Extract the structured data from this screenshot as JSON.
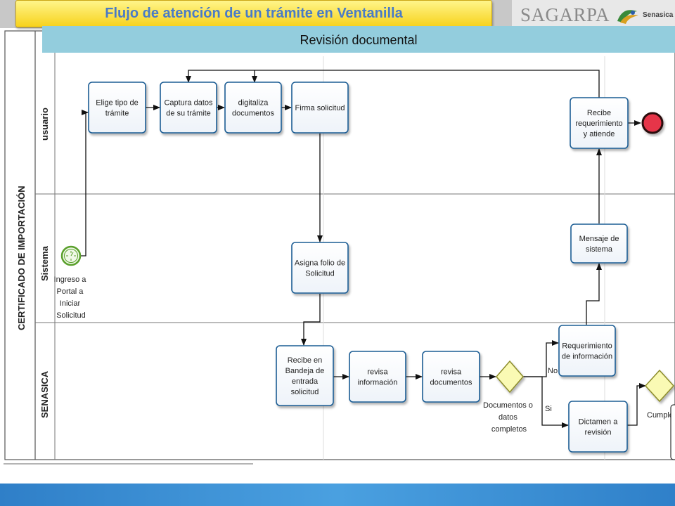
{
  "title": "Flujo de atención de un trámite en Ventanilla",
  "subtitle": "Revisión documental",
  "logos": {
    "sagarpa": "SAGARPA",
    "senasica": "Senasica"
  },
  "pool_label": "CERTIFICADO DE IMPORTACIÓN",
  "lanes": {
    "usuario": "usuario",
    "sistema": "Sistema",
    "senasica": "SENASICA"
  },
  "nodes": {
    "elige": [
      "Elige tipo de",
      "trámite"
    ],
    "captura": [
      "Captura datos",
      "de su trámite"
    ],
    "digitaliza": [
      "digitaliza",
      "documentos"
    ],
    "firma": [
      "Firma solicitud"
    ],
    "recibe_req": [
      "Recibe",
      "requerimiento",
      "y atiende"
    ],
    "asigna": [
      "Asigna folio de",
      "Solicitud"
    ],
    "mensaje": [
      "Mensaje de",
      "sistema"
    ],
    "recibe_bandeja": [
      "Recibe en",
      "Bandeja de",
      "entrada",
      "solicitud"
    ],
    "revisa_info": [
      "revisa",
      "información"
    ],
    "revisa_docs": [
      "revisa",
      "documentos"
    ],
    "requerimiento": [
      "Requerimiento",
      "de información"
    ],
    "dictamen": [
      "Dictamen a",
      "revisión"
    ]
  },
  "events": {
    "start": [
      "Ingreso a",
      "Portal a",
      "Iniciar",
      "Solicitud"
    ]
  },
  "gateways": {
    "docs": [
      "Documentos o",
      "datos",
      "completos"
    ],
    "docs_no": "No",
    "docs_si": "Si",
    "cumple": "Cumple"
  },
  "colors": {
    "task_stroke": "#1c5d94",
    "task_fill": "#ffffff",
    "gateway_fill": "#fafab4",
    "gateway_stroke": "#8c8c2a",
    "start_stroke": "#5aa02c",
    "end_fill": "#e6344a",
    "title_text": "#4a7bc6",
    "subtitle_bg": "#93cddd",
    "bottom_bar": "#2f7fc8"
  }
}
